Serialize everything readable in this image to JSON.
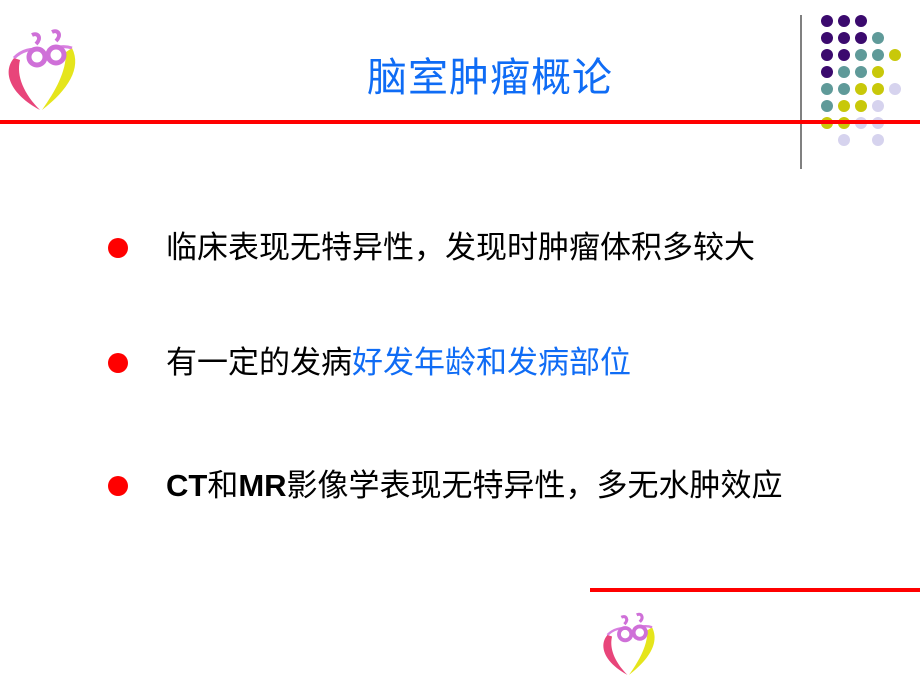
{
  "slide": {
    "title": "脑室肿瘤概论",
    "colors": {
      "title": "#0f6cf5",
      "rule": "#ff0000",
      "bullet": "#ff0000",
      "highlight": "#0f6cf5",
      "vertical_rule": "#808080"
    },
    "bullets": [
      {
        "text": "临床表现无特异性，发现时肿瘤体积多较大"
      },
      {
        "text_plain": "有一定的发病",
        "text_highlight": "好发年龄和发病部位"
      },
      {
        "bold_1": "CT",
        "text_1": "和",
        "bold_2": "MR",
        "text_2": "影像学表现无特异性，多无水肿效应"
      }
    ],
    "decor": {
      "top_logo": "heart-logo-icon",
      "bottom_logo": "heart-logo-icon",
      "dot_grid_colors": {
        "purple": "#3b0a6e",
        "teal": "#5f9a99",
        "yellow": "#c8c80a",
        "lavender": "#d6d3ee"
      }
    }
  }
}
